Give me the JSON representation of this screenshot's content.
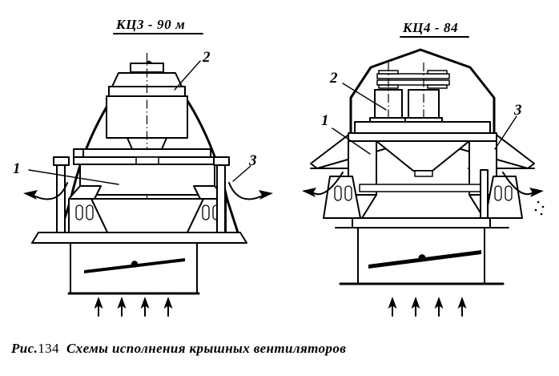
{
  "figure": {
    "caption_prefix": "Рис.",
    "caption_number": "134",
    "caption_text": "Схемы исполнения крышных вентиляторов",
    "background_color": "#ffffff",
    "ink_color": "#000000"
  },
  "schemes": [
    {
      "id": "left",
      "title": "КЦ3 - 90 м",
      "title_underlined": true,
      "callouts": [
        {
          "number": "1",
          "target": "fan-casing-inlet-cone"
        },
        {
          "number": "2",
          "target": "electric-motor"
        },
        {
          "number": "3",
          "target": "weather-umbrella-hood"
        }
      ],
      "flow": {
        "inlet_arrows": 4,
        "inlet_direction": "up",
        "outlet_arrows": 2,
        "outlet_direction": "sideways-down"
      },
      "damper": "single-blade-tilted"
    },
    {
      "id": "right",
      "title": "КЦ4 - 84",
      "title_underlined": true,
      "callouts": [
        {
          "number": "1",
          "target": "fan-casing-inlet-cone"
        },
        {
          "number": "2",
          "target": "electric-motor-belt-drive"
        },
        {
          "number": "3",
          "target": "weather-umbrella-hood"
        }
      ],
      "flow": {
        "inlet_arrows": 4,
        "inlet_direction": "up",
        "outlet_arrows": 2,
        "outlet_direction": "sideways-down"
      },
      "damper": "single-blade-tilted"
    }
  ]
}
